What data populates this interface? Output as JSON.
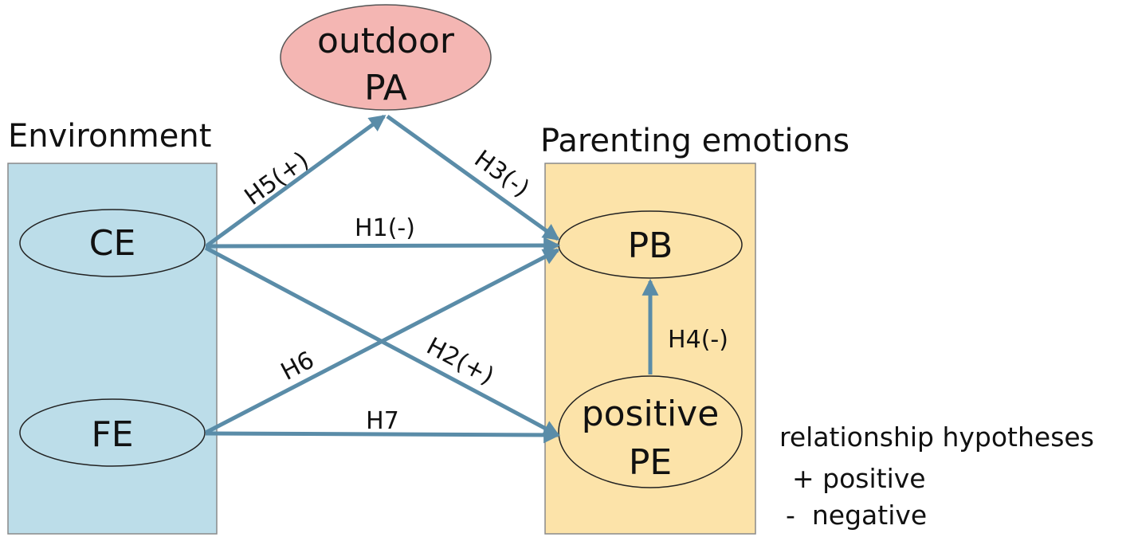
{
  "groups": {
    "environment": {
      "label": "Environment",
      "fill": "#bcdde9",
      "stroke": "#8a8a8a"
    },
    "parenting": {
      "label": "Parenting emotions",
      "fill": "#fce3a9",
      "stroke": "#8a8a8a"
    }
  },
  "nodes": {
    "outdoor_pa": {
      "line1": "outdoor",
      "line2": "PA",
      "fill": "#f4b6b3"
    },
    "ce": {
      "label": "CE"
    },
    "fe": {
      "label": "FE"
    },
    "pb": {
      "label": "PB"
    },
    "positive_pe": {
      "line1": "positive",
      "line2": "PE"
    }
  },
  "edges": {
    "h1": "H1(-)",
    "h2": "H2(+)",
    "h3": "H3(-)",
    "h4": "H4(-)",
    "h5": "H5(+)",
    "h6": "H6",
    "h7": "H7"
  },
  "legend": {
    "title": "relationship hypotheses",
    "positive": "+ positive",
    "negative": "-  negative"
  },
  "colors": {
    "arrow": "#5a8ca8"
  }
}
